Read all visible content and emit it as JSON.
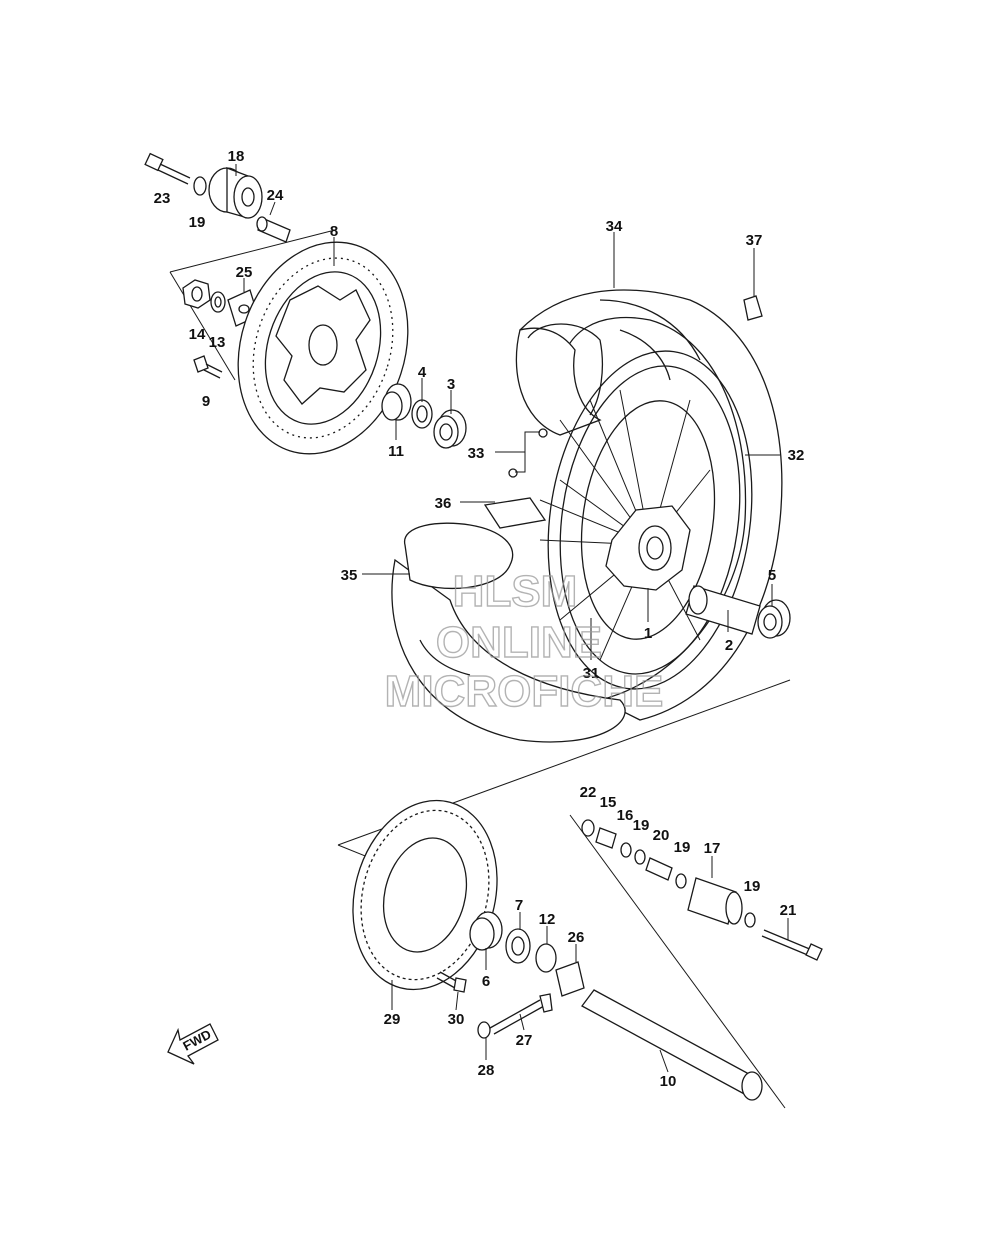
{
  "callouts": {
    "p1": "1",
    "p2": "2",
    "p3": "3",
    "p4": "4",
    "p5": "5",
    "p6": "6",
    "p7": "7",
    "p8": "8",
    "p9": "9",
    "p10": "10",
    "p11": "11",
    "p12": "12",
    "p13": "13",
    "p14": "14",
    "p15": "15",
    "p16": "16",
    "p17": "17",
    "p18": "18",
    "p19a": "19",
    "p19b": "19",
    "p19c": "19",
    "p19d": "19",
    "p20": "20",
    "p21": "21",
    "p22": "22",
    "p23": "23",
    "p24": "24",
    "p25": "25",
    "p26": "26",
    "p27": "27",
    "p28": "28",
    "p29": "29",
    "p30": "30",
    "p31": "31",
    "p32": "32",
    "p33": "33",
    "p34": "34",
    "p35": "35",
    "p36": "36",
    "p37": "37"
  },
  "watermark": {
    "line1": "HLSM",
    "line2": "ONLINE",
    "line3": "MICROFICHE"
  },
  "fwd_label": "FWD"
}
